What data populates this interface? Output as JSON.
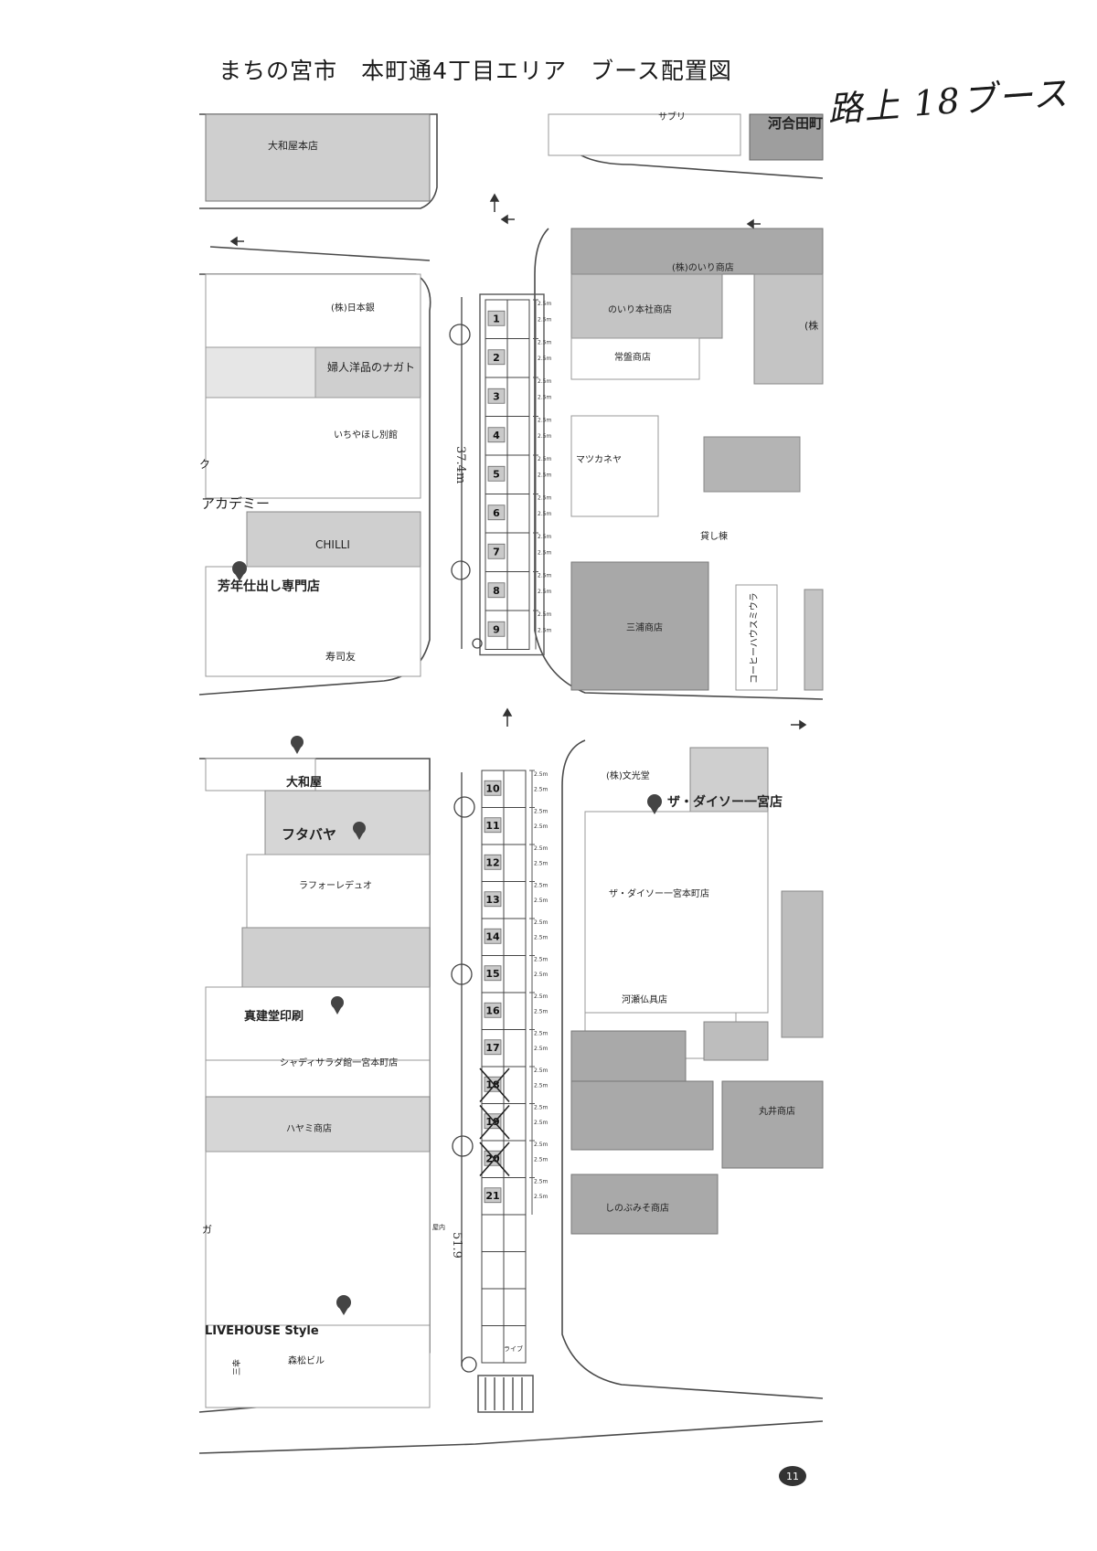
{
  "header": {
    "title": "まちの宮市　本町通4丁目エリア　ブース配置図",
    "handwritten_note": "路上 18ブース"
  },
  "page_number": "11",
  "colors": {
    "building_dark": "#a6a6a6",
    "building_mid": "#c8c8c8",
    "building_light": "#e2e2e2",
    "road": "#ffffff",
    "line": "#4a4a4a"
  },
  "booth_size_label": "2.5m",
  "booth_group_north": [
    {
      "number": "1",
      "crossed": false
    },
    {
      "number": "2",
      "crossed": false
    },
    {
      "number": "3",
      "crossed": false
    },
    {
      "number": "4",
      "crossed": false
    },
    {
      "number": "5",
      "crossed": false
    },
    {
      "number": "6",
      "crossed": false
    },
    {
      "number": "7",
      "crossed": false
    },
    {
      "number": "8",
      "crossed": false
    },
    {
      "number": "9",
      "crossed": false
    }
  ],
  "booth_group_south": [
    {
      "number": "10",
      "crossed": false
    },
    {
      "number": "11",
      "crossed": false
    },
    {
      "number": "12",
      "crossed": false
    },
    {
      "number": "13",
      "crossed": false
    },
    {
      "number": "14",
      "crossed": false
    },
    {
      "number": "15",
      "crossed": false
    },
    {
      "number": "16",
      "crossed": false
    },
    {
      "number": "17",
      "crossed": false
    },
    {
      "number": "18",
      "crossed": true
    },
    {
      "number": "19",
      "crossed": true
    },
    {
      "number": "20",
      "crossed": true
    },
    {
      "number": "21",
      "crossed": false
    }
  ],
  "handwritten_measurements": {
    "north_length": "37.4m",
    "south_length": "51.9"
  },
  "labels": {
    "top_left_store": "大和屋本店",
    "top_mid": "サブリ",
    "top_right": "河合田町",
    "izumi_ginkou": "(株)日本銀",
    "fujin_yohin": "婦人洋品のナガト",
    "ichiyahoshi": "いちやほし別館",
    "academy": "アカデミー",
    "chilli": "CHILLI",
    "yoshitoshi": "芳年仕出し専門店",
    "sushi": "寿司友",
    "noiri": "(株)のいり商店",
    "noiri_honten": "のいり本社商店",
    "tokiwa": "常盤商店",
    "matsukaneya": "マツカネヤ",
    "kashima": "貸し棟",
    "mitsuura": "三浦商店",
    "coffee": "コーヒーハウスミウラ",
    "right_cut": "(株",
    "daiwaya": "大和屋",
    "futabaya": "フタバヤ",
    "laforet": "ラフォーレデュオ",
    "inshokan": "真建堂印刷",
    "shadysarada": "シャディサラダ館一宮本町店",
    "hayami": "ハヤミ商店",
    "bunkyodo": "(株)文光堂",
    "daiso": "ザ・ダイソー一宮店",
    "daiso_honten": "ザ・ダイソー一宮本町店",
    "kawase": "河瀬仏具店",
    "marui": "丸井商店",
    "shinobu": "しのぶみそ商店",
    "livehouse": "LIVEHOUSE Style",
    "morimatsu": "森松ビル",
    "sanshoku": "三幸",
    "left_edge_ka": "ガ",
    "left_edge_ku": "ク",
    "exit_label": "ライブ",
    "south_note": "屋内"
  }
}
